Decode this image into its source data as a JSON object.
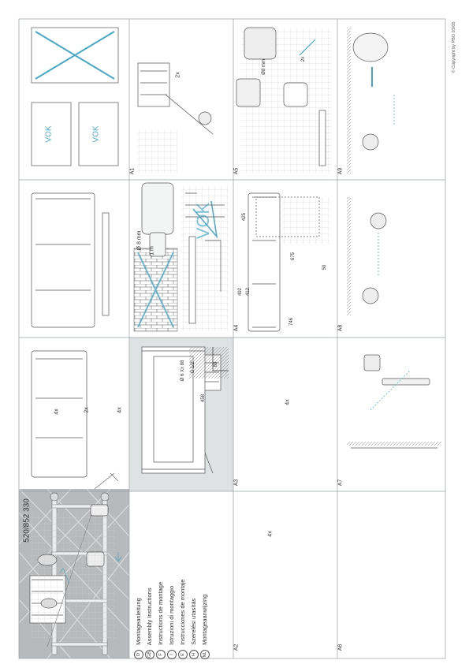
{
  "product_code": "520/852 330",
  "languages": [
    {
      "code": "D",
      "text": "Montageanleitung"
    },
    {
      "code": "GB",
      "text": "Assembly Instructions"
    },
    {
      "code": "F",
      "text": "Instructions de montage"
    },
    {
      "code": "I",
      "text": "Istruzioni di montaggio"
    },
    {
      "code": "E",
      "text": "Instrucciones de montaje"
    },
    {
      "code": "H",
      "text": "Szerelési utasítás"
    },
    {
      "code": "NL",
      "text": "Montageaanwijzing"
    }
  ],
  "steps": [
    "A1",
    "A2",
    "A3",
    "A4",
    "A5",
    "A6",
    "A7",
    "A8",
    "A9"
  ],
  "parts": {
    "qty_screw": "4x",
    "qty_dowel": "4x",
    "qty_2x": "2x",
    "qty_4x_a": "4x",
    "qty_4x_b": "4x",
    "qty_2x_b": "2x"
  },
  "tools": {
    "drill_size": "Ø 8 mm",
    "level_length": "~1 m",
    "dowel_size": "Ø8 mm"
  },
  "dimensions": {
    "thread": "G 1/2\"",
    "thread2": "Ø 6 Xx 88",
    "height_458": "458",
    "dim_492": "492",
    "dim_412": "412",
    "dim_746": "746",
    "dim_425": "425",
    "dim_675": "675",
    "dim_50": "50",
    "dim_80": "80",
    "dim_2x": "2x"
  },
  "brand_mark": "VOK",
  "copyright": "© Copyright by PBO 03/05"
}
